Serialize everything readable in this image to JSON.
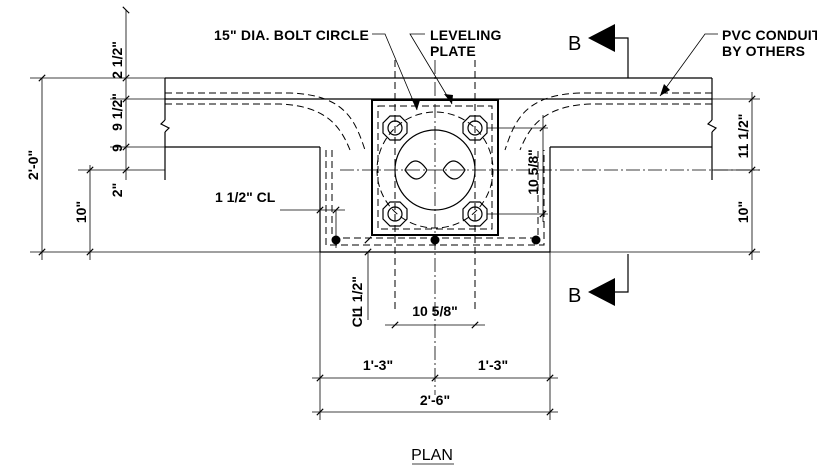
{
  "labels": {
    "bolt_circle": "15\" DIA. BOLT CIRCLE",
    "leveling_1": "LEVELING",
    "leveling_2": "PLATE",
    "pvc_1": "PVC CONDUIT",
    "pvc_2": "BY OTHERS",
    "section_top": "B",
    "section_bottom": "B",
    "title": "PLAN"
  },
  "dimensions": {
    "left_2_half": "2 1/2\"",
    "left_9_half": "9 1/2\"",
    "left_2": "2\"",
    "left_2_0": "2'-0\"",
    "left_10": "10\"",
    "cl_1_half_h": "1 1/2\" CL",
    "plate_10_5_8_v": "10 5/8\"",
    "right_11_half": "11 1/2\"",
    "right_10": "10\"",
    "cl_1_half_v": "1 1/2\"",
    "cl_v": "CL",
    "plate_10_5_8_h": "10 5/8\"",
    "half_left": "1'-3\"",
    "half_right": "1'-3\"",
    "overall": "2'-6\""
  }
}
